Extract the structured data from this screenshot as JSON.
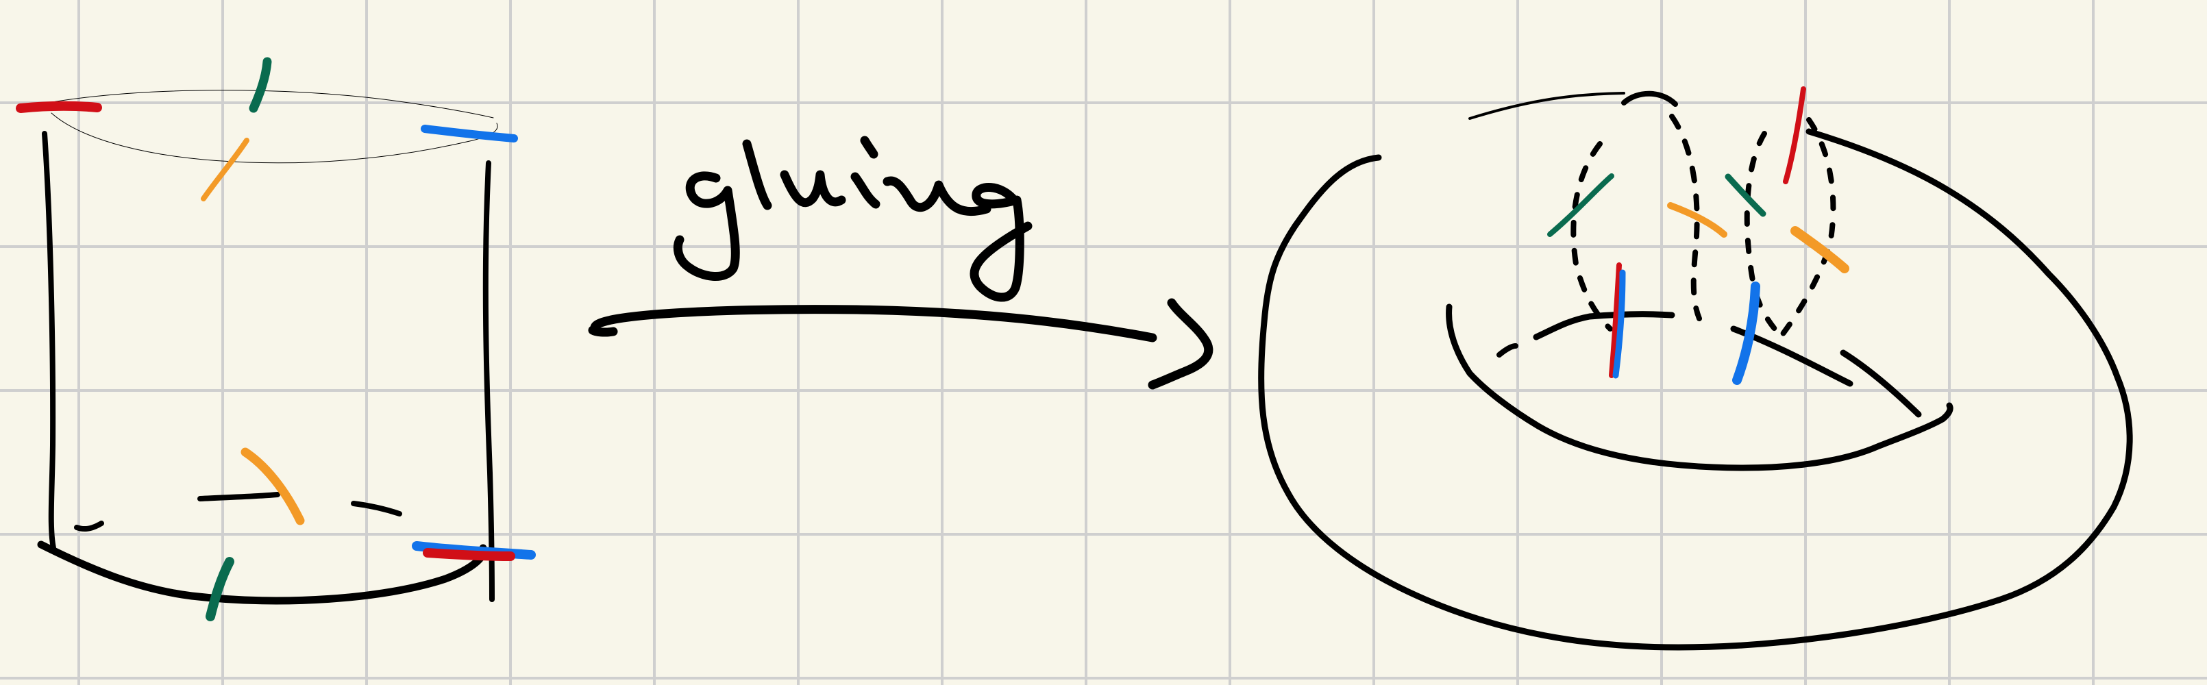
{
  "diagram": {
    "label": "gluing",
    "colors": {
      "background": "#f8f6ea",
      "grid": "#cfcfcf",
      "ink": "#000000",
      "green": "#0a6b4f",
      "orange": "#f39a27",
      "blue": "#1273ea",
      "red": "#d10f17"
    },
    "icons": {
      "left_shape": "cylinder-shape",
      "arrow": "right-arrow-icon",
      "right_shape": "torus-shape"
    }
  }
}
